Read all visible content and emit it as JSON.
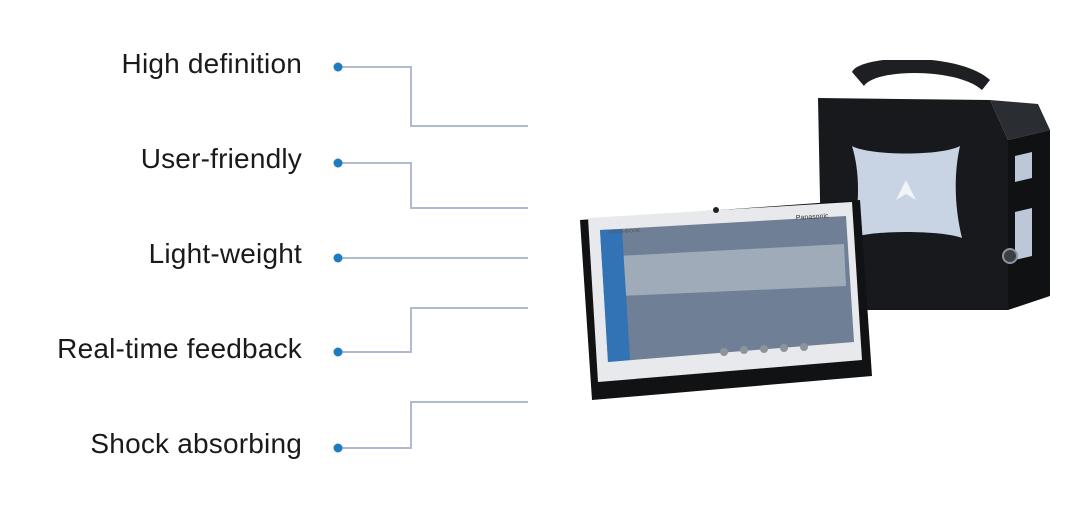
{
  "features": [
    {
      "label": "High definition"
    },
    {
      "label": "User-friendly"
    },
    {
      "label": "Light-weight"
    },
    {
      "label": "Real-time feedback"
    },
    {
      "label": "Shock absorbing"
    }
  ],
  "colors": {
    "dot": "#1f7bc0",
    "connector": "#aebccd",
    "text": "#1a1a1a",
    "device_body": "#17191c",
    "tablet_screen": "#6f7f95",
    "side_panel": "#c8d3e3"
  },
  "product": {
    "tablet_brand": "Panasonic",
    "tablet_small_label": "TOUGHBOOK"
  }
}
